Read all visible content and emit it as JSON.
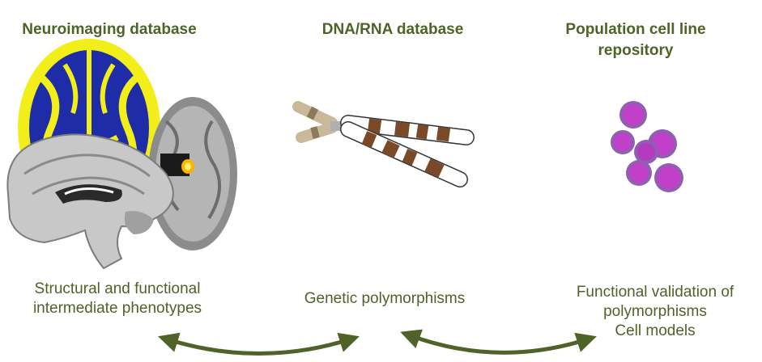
{
  "columns": [
    {
      "title": "Neuroimaging database",
      "caption_lines": [
        "Structural and functional",
        "intermediate phenotypes"
      ]
    },
    {
      "title": "DNA/RNA database",
      "caption_lines": [
        "Genetic polymorphisms"
      ]
    },
    {
      "title_lines": [
        "Population cell line",
        "repository"
      ],
      "caption_lines": [
        "Functional validation of",
        "polymorphisms",
        "Cell models"
      ]
    }
  ],
  "colors": {
    "text": "#4f6228",
    "arrow": "#4f6228",
    "brain_blue": "#1f2ca8",
    "brain_yellow": "#f2ee1a",
    "chromosome_brown": "#7a4a28",
    "cell_magenta": "#b23bbf"
  }
}
